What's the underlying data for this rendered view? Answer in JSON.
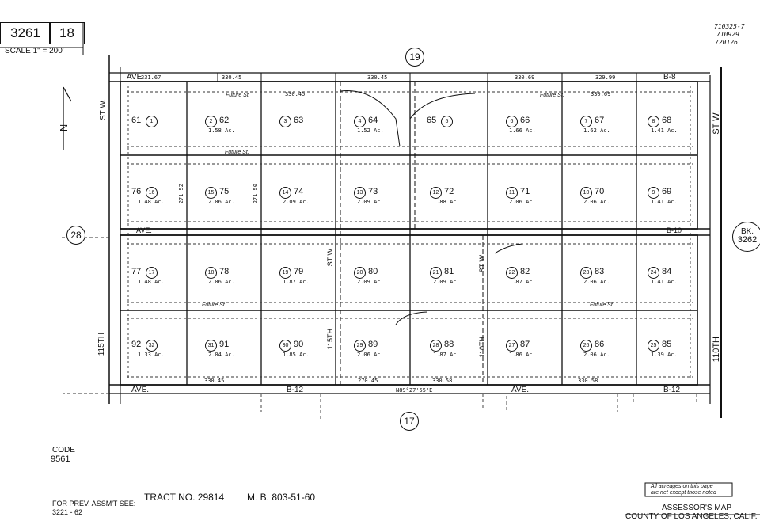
{
  "header": {
    "book": "3261",
    "page": "18",
    "scale": "SCALE 1\" = 200'",
    "revision_codes": [
      "710325-7",
      "710929",
      "720126"
    ]
  },
  "adjacent_pages": {
    "north": "19",
    "south": "17",
    "west": "28",
    "east_book_label": "BK.",
    "east_book": "3262"
  },
  "streets": {
    "north_ave": "AVE.",
    "north_ave_num": "B-8",
    "mid_ave": "AVE.",
    "mid_ave_num": "B-10",
    "south_ave": "AVE.",
    "south_ave_num": "B-12",
    "south_ave_2": "AVE.",
    "south_ave_2_num": "B-12",
    "west_st": "ST W.",
    "west_st_num": "115TH",
    "east_st": "ST W.",
    "east_st_num": "110TH",
    "mid_st_1": "ST W.",
    "mid_st_1_num": "115TH",
    "mid_st_2": "ST W.",
    "mid_st_2_num": "110TH",
    "future_label": "Future St.",
    "bearing": "N89°27'55\"E"
  },
  "north_arrow_label": "N",
  "parcels": [
    {
      "num": "61",
      "circle": "1",
      "area": ""
    },
    {
      "num": "62",
      "circle": "2",
      "area": "1.58 Ac."
    },
    {
      "num": "63",
      "circle": "3",
      "area": ""
    },
    {
      "num": "64",
      "circle": "4",
      "area": "1.52 Ac."
    },
    {
      "num": "65",
      "circle": "5",
      "area": ""
    },
    {
      "num": "66",
      "circle": "6",
      "area": "1.66 Ac."
    },
    {
      "num": "67",
      "circle": "7",
      "area": "1.62 Ac."
    },
    {
      "num": "68",
      "circle": "8",
      "area": "1.41 Ac."
    },
    {
      "num": "76",
      "circle": "16",
      "area": "1.48 Ac."
    },
    {
      "num": "75",
      "circle": "15",
      "area": "2.06 Ac."
    },
    {
      "num": "74",
      "circle": "14",
      "area": "2.09 Ac."
    },
    {
      "num": "73",
      "circle": "13",
      "area": "2.09 Ac."
    },
    {
      "num": "72",
      "circle": "12",
      "area": "1.88 Ac."
    },
    {
      "num": "71",
      "circle": "11",
      "area": "2.06 Ac."
    },
    {
      "num": "70",
      "circle": "10",
      "area": "2.06 Ac."
    },
    {
      "num": "69",
      "circle": "9",
      "area": "1.41 Ac."
    },
    {
      "num": "77",
      "circle": "17",
      "area": "1.48 Ac."
    },
    {
      "num": "78",
      "circle": "18",
      "area": "2.06 Ac."
    },
    {
      "num": "79",
      "circle": "19",
      "area": "1.87 Ac."
    },
    {
      "num": "80",
      "circle": "20",
      "area": "2.09 Ac."
    },
    {
      "num": "81",
      "circle": "21",
      "area": "2.09 Ac."
    },
    {
      "num": "82",
      "circle": "22",
      "area": "1.87 Ac."
    },
    {
      "num": "83",
      "circle": "23",
      "area": "2.06 Ac."
    },
    {
      "num": "84",
      "circle": "24",
      "area": "1.41 Ac."
    },
    {
      "num": "92",
      "circle": "32",
      "area": "1.33 Ac."
    },
    {
      "num": "91",
      "circle": "31",
      "area": "2.04 Ac."
    },
    {
      "num": "90",
      "circle": "30",
      "area": "1.85 Ac."
    },
    {
      "num": "89",
      "circle": "29",
      "area": "2.06 Ac."
    },
    {
      "num": "88",
      "circle": "28",
      "area": "1.87 Ac."
    },
    {
      "num": "87",
      "circle": "27",
      "area": "1.86 Ac."
    },
    {
      "num": "86",
      "circle": "26",
      "area": "2.06 Ac."
    },
    {
      "num": "85",
      "circle": "25",
      "area": "1.39 Ac."
    }
  ],
  "dimensions": {
    "top_row": [
      "331.67",
      "330.45",
      "330.45",
      "330.45",
      "330.69",
      "330.69",
      "329.99"
    ],
    "bottom_row": [
      "330.45",
      "270.45",
      "330.58",
      "330.58"
    ],
    "row_depth": "271.52",
    "mid_depth": "271.50"
  },
  "footer": {
    "code_label": "CODE",
    "code": "9561",
    "prev_label": "FOR PREV. ASSM'T SEE:",
    "prev_ref": "3221 - 62",
    "tract": "TRACT  NO. 29814",
    "mb": "M. B. 803-51-60",
    "note_line1": "All acreages on this page",
    "note_line2": "are net except those noted",
    "assessor": "ASSESSOR'S MAP",
    "county": "COUNTY OF LOS ANGELES, CALIF."
  }
}
